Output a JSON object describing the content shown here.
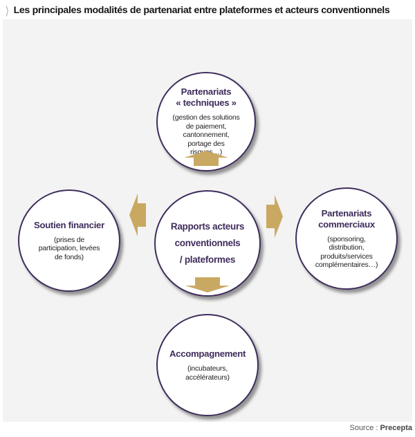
{
  "title": "Les principales modalités de partenariat entre plateformes et acteurs conventionnels",
  "nodes": {
    "center": {
      "lines": [
        "Rapports acteurs",
        "conventionnels",
        "/ plateformes"
      ]
    },
    "top": {
      "title_lines": [
        "Partenariats",
        "« techniques »"
      ],
      "detail_lines": [
        "(gestion des solutions",
        "de paiement,",
        "cantonnement,",
        "portage des",
        "risques…)"
      ]
    },
    "left": {
      "title_lines": [
        "Soutien financier"
      ],
      "detail_lines": [
        "(prises de",
        "participation, levées",
        "de fonds)"
      ]
    },
    "right": {
      "title_lines": [
        "Partenariats",
        "commerciaux"
      ],
      "detail_lines": [
        "(sponsoring,",
        "distribution,",
        "produits/services",
        "complémentaires…)"
      ]
    },
    "bottom": {
      "title_lines": [
        "Accompagnement"
      ],
      "detail_lines": [
        "(incubateurs,",
        "accélérateurs)"
      ]
    }
  },
  "source": {
    "prefix": "Source : ",
    "name": "Precepta"
  },
  "colors": {
    "circle_border": "#3f2d5c",
    "heading_text": "#3f2d5c",
    "arrow": "#c9a962",
    "panel_bg": "#f3f3f3"
  }
}
